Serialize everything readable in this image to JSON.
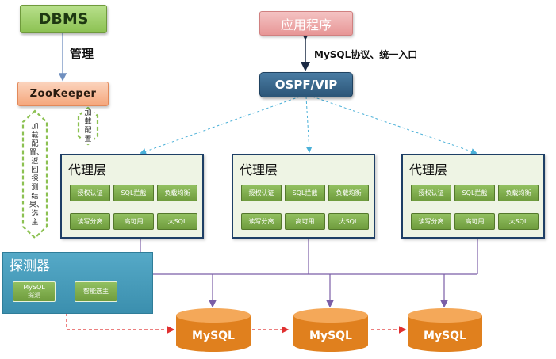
{
  "nodes": {
    "dbms": "DBMS",
    "zookeeper": "ZooKeeper",
    "app": "应用程序",
    "ospf": "OSPF/VIP",
    "detector_title": "探测器"
  },
  "edge_labels": {
    "manage": "管理",
    "mysql_protocol": "MySQL协议、统一入口",
    "load_config_left": "加载配置、返回探测结果、选主",
    "load_config_right": "加载配置"
  },
  "proxy_layers": [
    {
      "title": "代理层",
      "features": [
        "授权认证",
        "SQL拦截",
        "负载均衡",
        "读写分离",
        "高可用",
        "大SQL"
      ]
    },
    {
      "title": "代理层",
      "features": [
        "授权认证",
        "SQL拦截",
        "负载均衡",
        "读写分离",
        "高可用",
        "大SQL"
      ]
    },
    {
      "title": "代理层",
      "features": [
        "授权认证",
        "SQL拦截",
        "负载均衡",
        "读写分离",
        "高可用",
        "大SQL"
      ]
    }
  ],
  "detector": {
    "chip1_line1": "MySQL",
    "chip1_line2": "探测",
    "chip2": "智能选主"
  },
  "databases": [
    "MySQL",
    "MySQL",
    "MySQL"
  ],
  "colors": {
    "proxy_border": "#1e3f66",
    "chip_green": "#7aa845",
    "mysql_orange": "#e0801e",
    "detector_blue": "#4aa0c0",
    "proxy_to_db_line": "#7b5ea7",
    "dashed_red": "#e03030",
    "dashed_cyan": "#4ab0d8"
  }
}
